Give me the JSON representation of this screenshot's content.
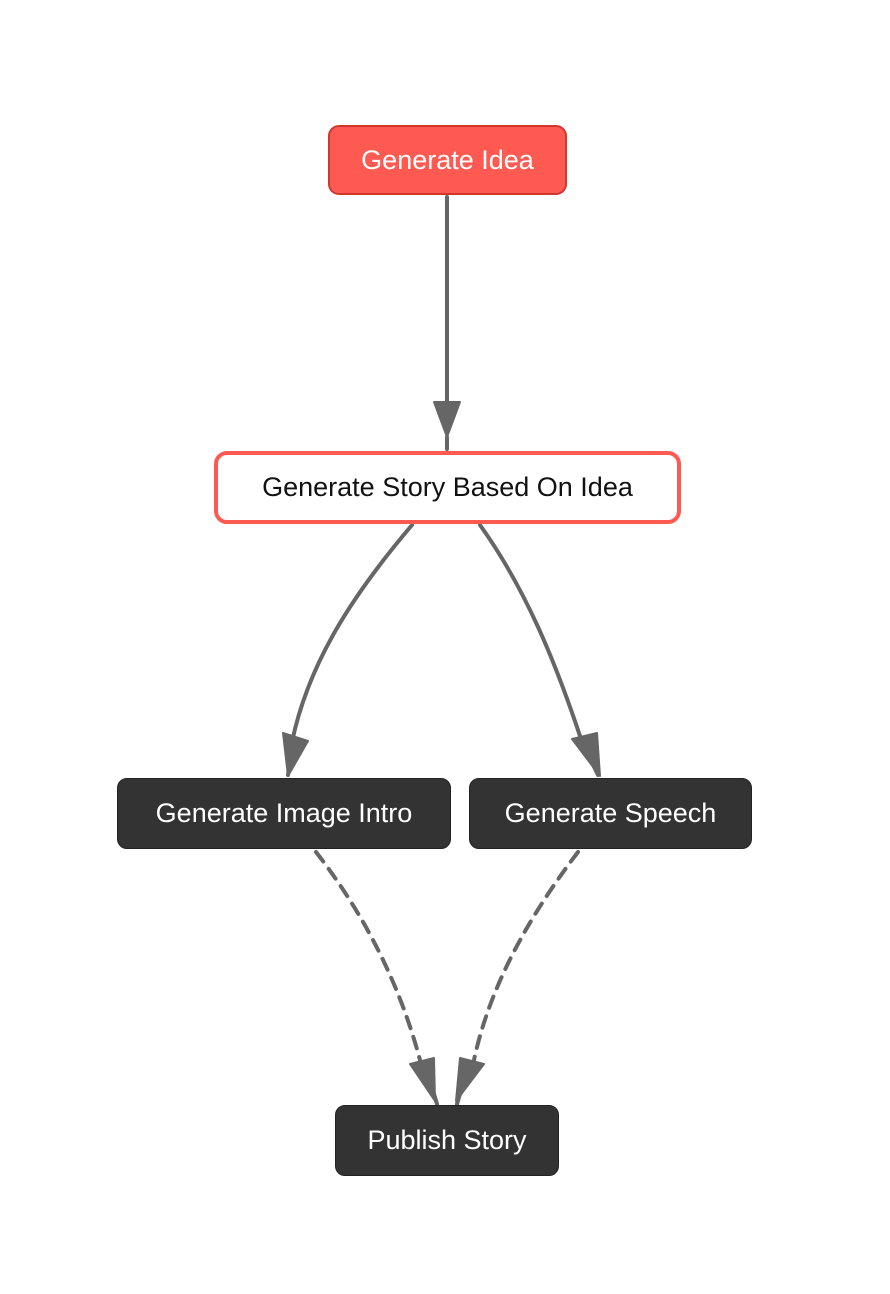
{
  "diagram": {
    "colors": {
      "accent": "#fe5a52",
      "accent_border": "#d2362f",
      "dark_node": "#333333",
      "edge": "#666666"
    },
    "nodes": {
      "generate_idea": "Generate Idea",
      "generate_story": "Generate Story Based On Idea",
      "generate_image_intro": "Generate Image Intro",
      "generate_speech": "Generate Speech",
      "publish_story": "Publish Story"
    },
    "edges": [
      {
        "from": "generate_idea",
        "to": "generate_story",
        "style": "solid"
      },
      {
        "from": "generate_story",
        "to": "generate_image_intro",
        "style": "solid"
      },
      {
        "from": "generate_story",
        "to": "generate_speech",
        "style": "solid"
      },
      {
        "from": "generate_image_intro",
        "to": "publish_story",
        "style": "dashed"
      },
      {
        "from": "generate_speech",
        "to": "publish_story",
        "style": "dashed"
      }
    ]
  }
}
